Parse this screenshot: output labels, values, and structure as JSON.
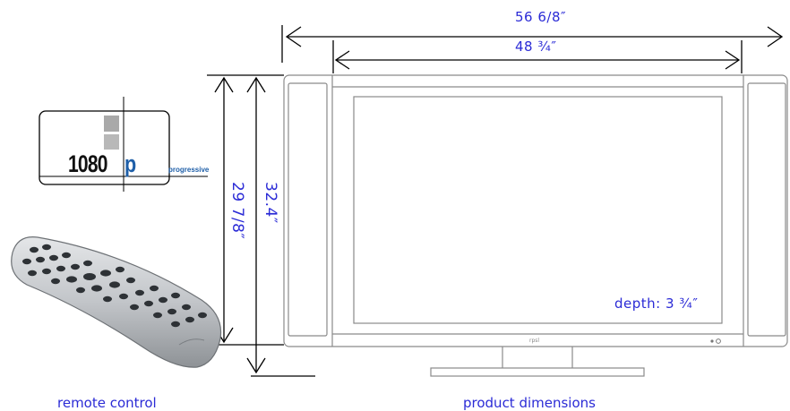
{
  "dimensions": {
    "overall_width": "56 6/8″",
    "screen_width": "48 ¾″",
    "screen_height": "29 7/8″",
    "overall_height": "32.4″",
    "depth": "depth: 3 ¾″"
  },
  "badge": {
    "resolution": "1080",
    "p_letter": "p",
    "scan": "progressive"
  },
  "tv": {
    "brand": "rpsl"
  },
  "captions": {
    "remote": "remote control",
    "product": "product dimensions"
  },
  "colors": {
    "label_blue": "#2b2bd6",
    "badge_blue": "#1f5fa8",
    "line": "#000000",
    "tv_outline": "#8a8a8a"
  }
}
